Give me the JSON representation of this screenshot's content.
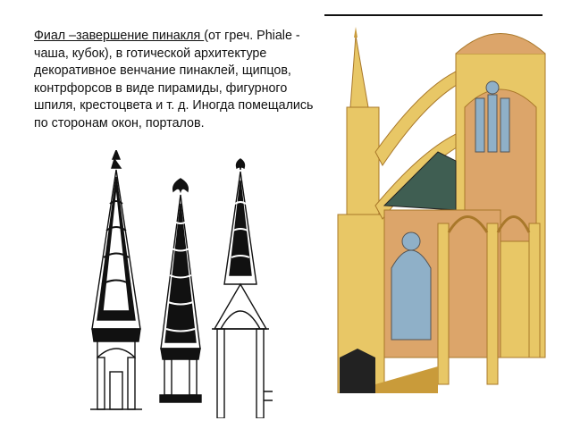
{
  "text": {
    "term": "Фиал –завершение пинакля ",
    "body": " (от греч. Phiale - чаша, кубок), в готической архитектуре декоративное венчание пинаклей, щипцов, контрфорсов в виде пирамиды, фигурного шпиля, крестоцвета и т. д. Иногда помещались по сторонам окон, порталов."
  },
  "colors": {
    "stone": "#e8c766",
    "stone_dark": "#c99b3a",
    "stone_shadow": "#a9782a",
    "interior": "#dca56a",
    "glass": "#8fb0c8",
    "roof": "#3f5e52",
    "ink": "#111111"
  },
  "illustrations": {
    "left": "gothic-pinnacles-drawing",
    "right": "cathedral-cross-section"
  }
}
